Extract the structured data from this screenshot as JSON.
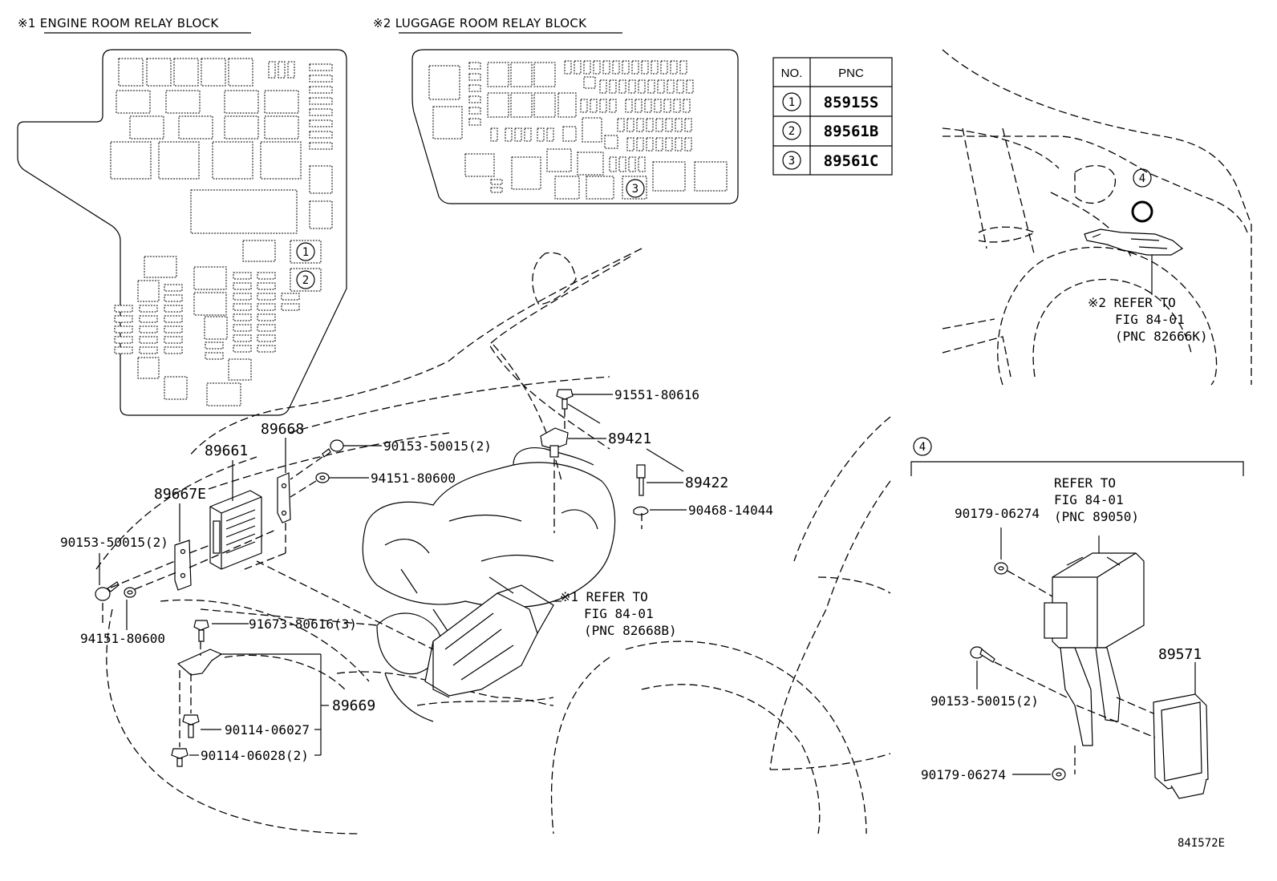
{
  "relay_blocks": {
    "engine_room_title": "※1 ENGINE ROOM RELAY BLOCK",
    "luggage_room_title": "※2 LUGGAGE ROOM RELAY BLOCK",
    "engine_callouts": [
      "1",
      "2"
    ],
    "luggage_callout": "3"
  },
  "pnc_table": {
    "headers": [
      "NO.",
      "PNC"
    ],
    "rows": [
      {
        "no": "1",
        "pnc": "85915S"
      },
      {
        "no": "2",
        "pnc": "89561B"
      },
      {
        "no": "3",
        "pnc": "89561C"
      }
    ]
  },
  "rear_view": {
    "callout": "4",
    "refer_line1": "※2 REFER TO",
    "refer_line2": "FIG 84-01",
    "refer_line3": "(PNC 82666K)"
  },
  "main_labels": {
    "p91551": "91551-80616",
    "p89421": "89421",
    "p89422": "89422",
    "p90468": "90468-14044",
    "p90153_top": "90153-50015(2)",
    "p94151_top": "94151-80600",
    "p89668": "89668",
    "p89661": "89661",
    "p89667e": "89667E",
    "p90153_left": "90153-50015(2)",
    "p94151_left": "94151-80600",
    "p91673": "91673-80616(3)",
    "p89669": "89669",
    "p90114_a": "90114-06027",
    "p90114_b": "90114-06028(2)",
    "refer1_line1": "※1 REFER TO",
    "refer1_line2": "FIG 84-01",
    "refer1_line3": "(PNC 82668B)"
  },
  "detail4": {
    "callout": "4",
    "refer_line1": "REFER TO",
    "refer_line2": "FIG 84-01",
    "refer_line3": "(PNC 89050)",
    "p90179_top": "90179-06274",
    "p90153": "90153-50015(2)",
    "p90179_bottom": "90179-06274",
    "p89571": "89571"
  },
  "figure_id": "84I572E"
}
